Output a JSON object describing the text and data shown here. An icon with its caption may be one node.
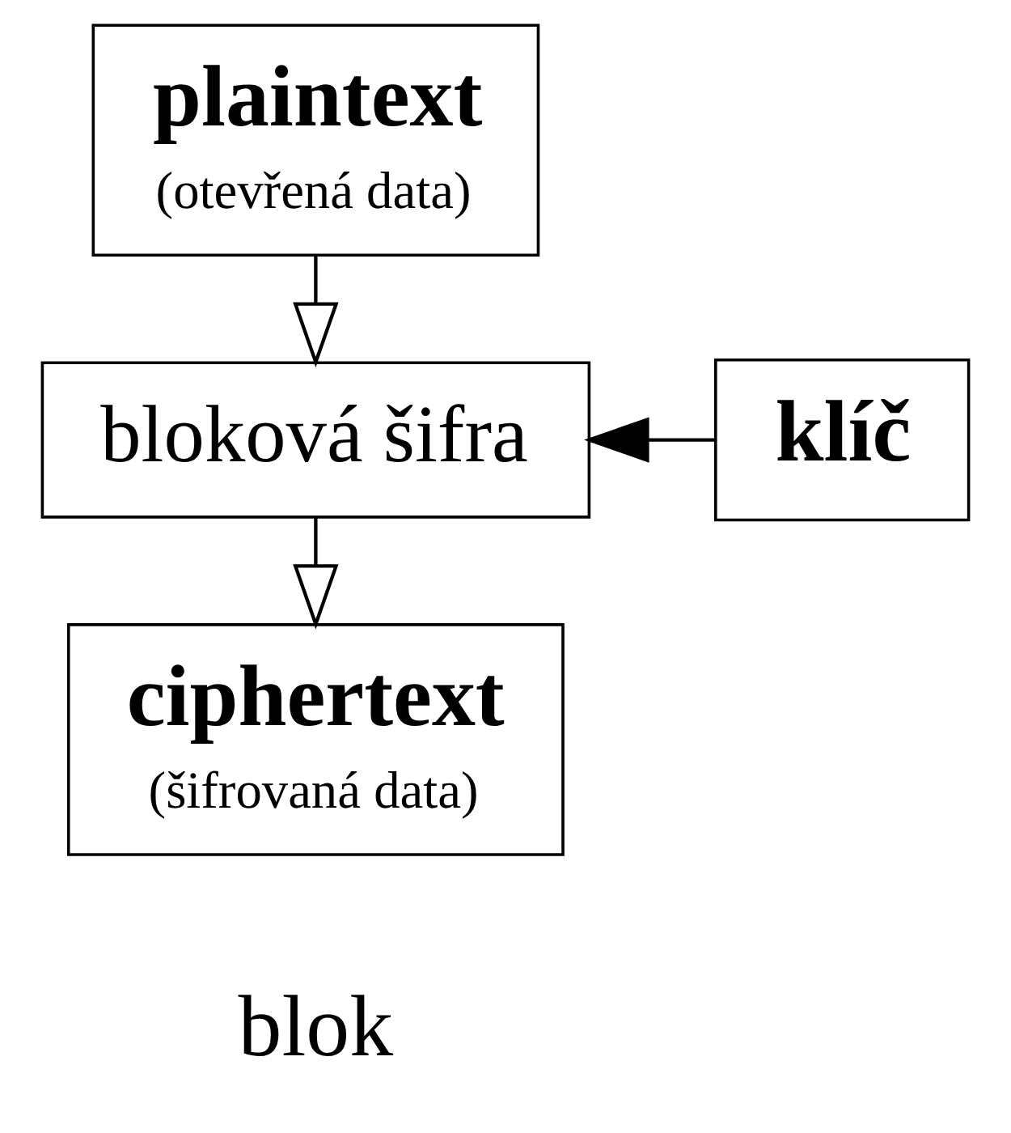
{
  "diagram": {
    "nodes": [
      {
        "text": [
          "plaintext",
          "(otevřená data)"
        ]
      },
      {
        "text": [
          "bloková šifra"
        ]
      },
      {
        "text": [
          "klíč"
        ]
      },
      {
        "text": [
          "ciphertext",
          "(šifrovaná data)"
        ]
      }
    ],
    "edges": [
      {
        "from": 0,
        "to": 1,
        "arrow": "to"
      },
      {
        "from": 2,
        "to": 1,
        "arrow": "to"
      },
      {
        "from": 1,
        "to": 3,
        "arrow": "to"
      }
    ],
    "labels": [
      "blok"
    ]
  }
}
